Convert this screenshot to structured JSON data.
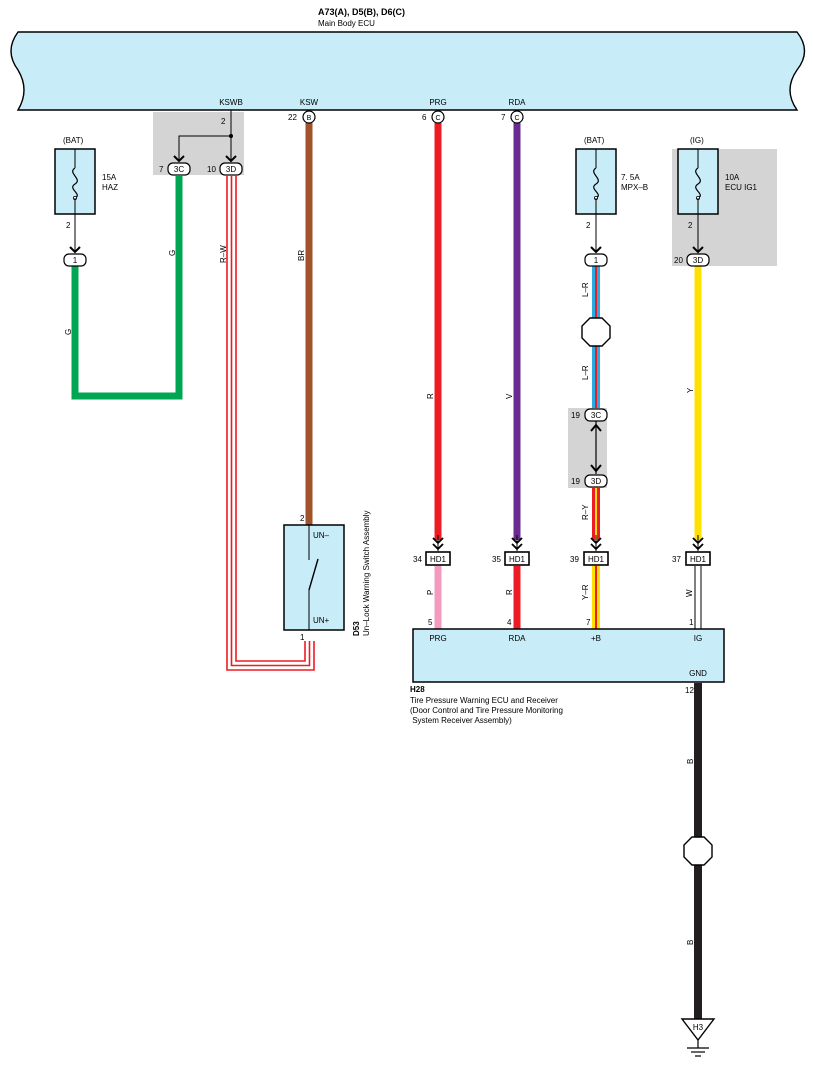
{
  "header": {
    "connector_ids": "A73(A), D5(B), D6(C)",
    "ecu_name": "Main Body ECU"
  },
  "ecu_terminals": {
    "kswb": "KSWB",
    "ksw": "KSW",
    "prg": "PRG",
    "rda": "RDA"
  },
  "pins": {
    "kswb_pin": "2",
    "ksw_pin": "22",
    "ksw_conn": "B",
    "prg_pin": "6",
    "prg_conn": "C",
    "rda_pin": "7",
    "rda_conn": "C"
  },
  "fuses": {
    "haz": {
      "source": "(BAT)",
      "rating": "15A",
      "name": "HAZ",
      "pin": "2"
    },
    "mpxb": {
      "source": "(BAT)",
      "rating": "7. 5A",
      "name": "MPX–B",
      "pin": "2"
    },
    "ecuig1": {
      "source": "(IG)",
      "rating": "10A",
      "name": "ECU IG1",
      "pin": "2"
    }
  },
  "junctions": {
    "haz_j_pin": "1",
    "mpxb_j_pin": "1",
    "ig_pin": "20",
    "ig_conn": "3D",
    "g_pin": "7",
    "g_conn": "3C",
    "rw_pin": "10",
    "rw_conn": "3D",
    "a_pin": "19",
    "a_conn": "3C",
    "b_pin": "19",
    "b_conn": "3D"
  },
  "wires": {
    "g1": "G",
    "g2": "G",
    "rw": "R–W",
    "br": "BR",
    "r": "R",
    "v": "V",
    "lr1": "L–R",
    "lr2": "L–R",
    "ry": "R–Y",
    "y": "Y",
    "p": "P",
    "r2": "R",
    "yr": "Y–R",
    "w": "W",
    "b1": "B",
    "b2": "B"
  },
  "hd1": {
    "conn": "HD1",
    "pin34": "34",
    "pin35": "35",
    "pin39": "39",
    "pin37": "37"
  },
  "switch": {
    "id": "D53",
    "name": "Un–Lock Warning Switch Assembly",
    "un_minus": "UN–",
    "un_plus": "UN+",
    "pin_top": "2",
    "pin_bottom": "1"
  },
  "receiver": {
    "id": "H28",
    "name_line1": "Tire Pressure Warning ECU and Receiver",
    "name_line2": "(Door Control and Tire Pressure Monitoring",
    "name_line3": " System Receiver Assembly)",
    "t_prg": "PRG",
    "t_rda": "RDA",
    "t_b": "+B",
    "t_ig": "IG",
    "t_gnd": "GND",
    "p5": "5",
    "p4": "4",
    "p7": "7",
    "p1": "1",
    "p12": "12"
  },
  "ground": {
    "id": "H3"
  },
  "colors": {
    "ecu_fill": "#c8ecf8",
    "gray_box": "#d4d4d4",
    "green": "#00a651",
    "red": "#ed1c24",
    "brown": "#a0522d",
    "purple": "#6a2c91",
    "blue": "#29abe2",
    "yellow": "#ffe000",
    "pink": "#f49ac1",
    "black": "#231f20"
  }
}
